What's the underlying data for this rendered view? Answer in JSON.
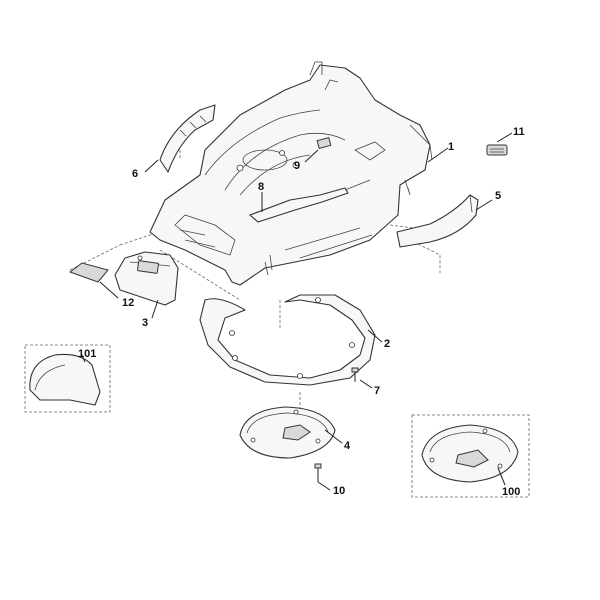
{
  "diagram": {
    "callouts": {
      "c1": "1",
      "c2": "2",
      "c3": "3",
      "c4": "4",
      "c5": "5",
      "c6": "6",
      "c7": "7",
      "c8": "8",
      "c9": "9",
      "c10": "10",
      "c11": "11",
      "c12": "12",
      "c100": "100",
      "c101": "101"
    }
  }
}
